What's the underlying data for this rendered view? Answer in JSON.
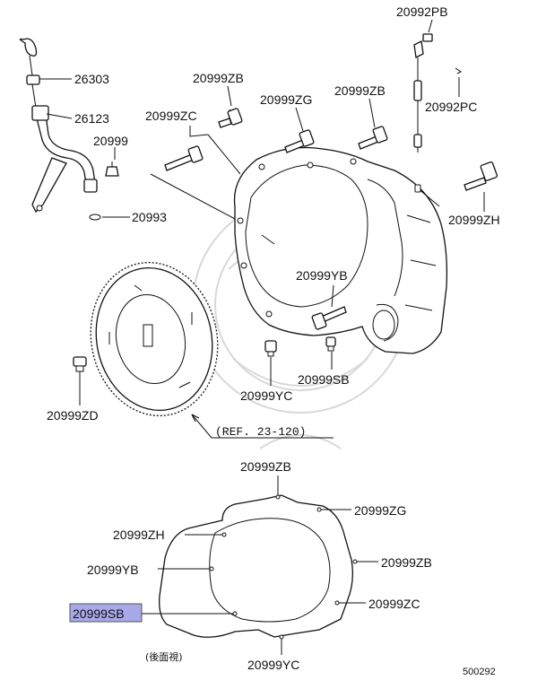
{
  "labels": {
    "pn_26303": "26303",
    "pn_26123": "26123",
    "pn_20999": "20999",
    "pn_20993": "20993",
    "pn_20999ZD": "20999ZD",
    "pn_20999ZC": "20999ZC",
    "pn_20999ZB": "20999ZB",
    "pn_20999ZG": "20999ZG",
    "pn_20999ZB_2": "20999ZB",
    "pn_20992PB": "20992PB",
    "pn_20992PC": "20992PC",
    "pn_20999ZH": "20999ZH",
    "pn_20999YB": "20999YB",
    "pn_20999YC": "20999YC",
    "pn_20999SB": "20999SB",
    "ref_note": "(REF. 23-120)",
    "b_20999ZB_top": "20999ZB",
    "b_20999ZG": "20999ZG",
    "b_20999ZH": "20999ZH",
    "b_20999ZB_right": "20999ZB",
    "b_20999YB": "20999YB",
    "b_20999ZC": "20999ZC",
    "b_20999SB": "20999SB",
    "b_20999YC": "20999YC",
    "rear_view": "(後面視)",
    "diagram_no": "500292"
  },
  "colors": {
    "highlight": "#a8a8e8"
  }
}
